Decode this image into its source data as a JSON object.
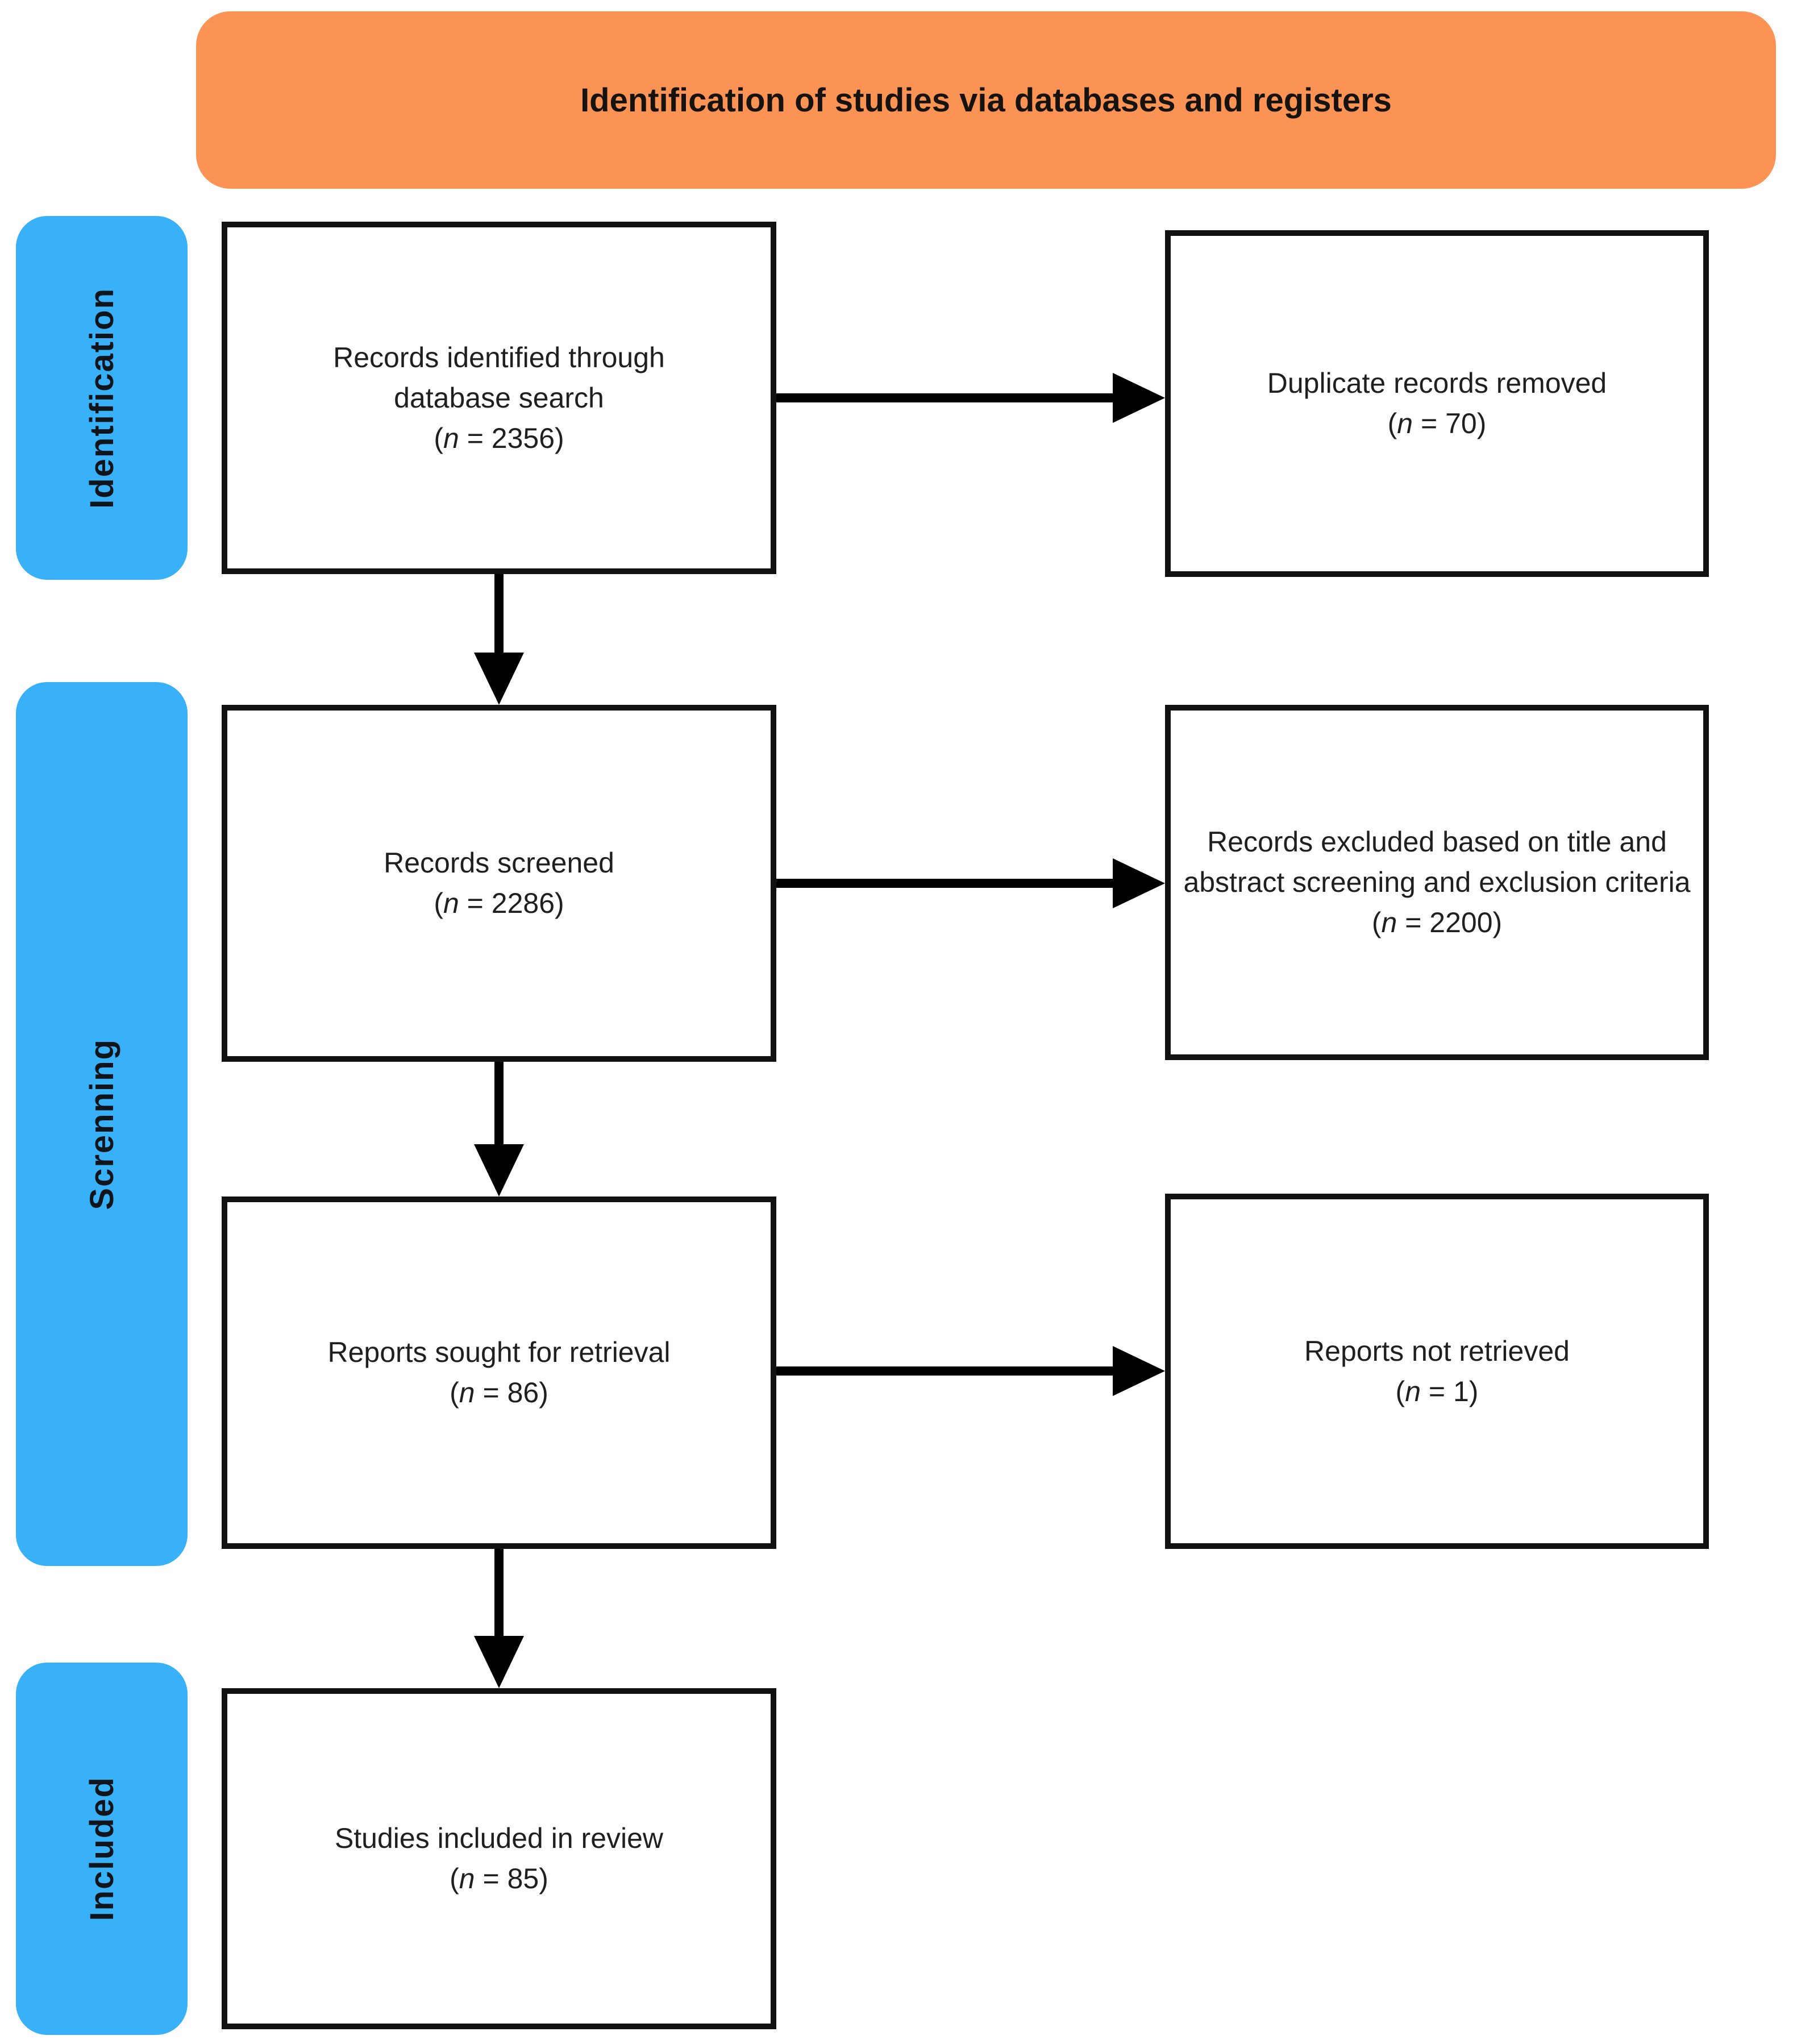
{
  "banner": {
    "title": "Identification of studies via databases and registers"
  },
  "sidebar": {
    "stages": [
      {
        "label": "Identification"
      },
      {
        "label": "Screnning"
      },
      {
        "label": "Included"
      }
    ]
  },
  "n_format": {
    "open": "(",
    "symbol": "n",
    "equals": " = ",
    "close": ")"
  },
  "main_boxes": [
    {
      "label": "Records identified through database search",
      "count": "2356"
    },
    {
      "label": "Records screened",
      "count": "2286"
    },
    {
      "label": "Reports sought for retrieval",
      "count": "86"
    },
    {
      "label": "Studies included in review",
      "count": "85"
    }
  ],
  "side_boxes": [
    {
      "label": "Duplicate records removed",
      "count": "70"
    },
    {
      "label": "Records excluded based on title and abstract screening and exclusion criteria",
      "count": "2200"
    },
    {
      "label": "Reports not retrieved",
      "count": "1"
    }
  ],
  "colors": {
    "banner_bg": "#FB9355",
    "sidebar_bg": "#38B1F8",
    "line": "#000000",
    "box_border": "#111111",
    "text": "#1F1F1F"
  }
}
